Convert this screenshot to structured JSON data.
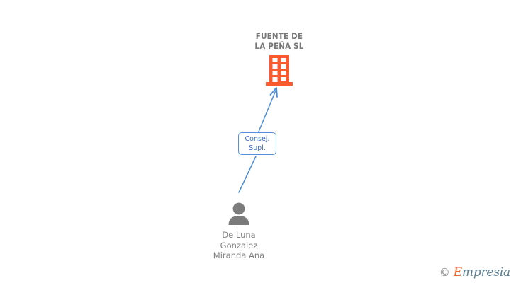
{
  "diagram": {
    "type": "org-relationship-graph",
    "background_color": "#ffffff",
    "company": {
      "name": "FUENTE DE\nLA PEÑA SL",
      "icon": "building-icon",
      "icon_color": "#fa5a2d",
      "text_color": "#787878"
    },
    "relation": {
      "label": "Consej.\nSupl.",
      "line_1": "Consej.",
      "line_2": "Supl.",
      "border_color": "#5590dd",
      "text_color": "#3a6fc4"
    },
    "person": {
      "name": "De Luna\nGonzalez\nMiranda Ana",
      "icon": "person-icon",
      "icon_color": "#7b7b7b",
      "text_color": "#808080"
    },
    "connector": {
      "color": "#4a8bdb",
      "direction": "person-to-company",
      "arrowhead": "open-arrow"
    }
  },
  "watermark": {
    "copyright_symbol": "©",
    "brand_first_letter": "E",
    "brand_rest": "mpresia",
    "accent_color": "#f4662d",
    "text_color": "#5b7f93"
  }
}
